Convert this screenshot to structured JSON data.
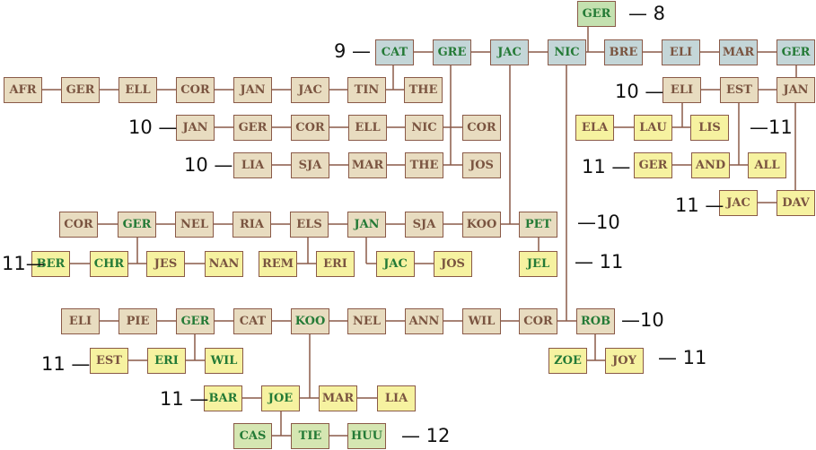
{
  "palette": {
    "beige": "#e8dcc0",
    "blue": "#c4d6d8",
    "yellow": "#f6f2a0",
    "green": "#c4e1b0",
    "lightgreen": "#d5e6b2",
    "text_green": "#247a36",
    "text_brown": "#7a5440",
    "line": "#8a5a48"
  },
  "nodes": [
    {
      "name": "GER",
      "fill": "green",
      "tone": "green"
    },
    {
      "name": "CAT",
      "fill": "blue",
      "tone": "green"
    },
    {
      "name": "GRE",
      "fill": "blue",
      "tone": "green"
    },
    {
      "name": "JAC",
      "fill": "blue",
      "tone": "green"
    },
    {
      "name": "NIC",
      "fill": "blue",
      "tone": "green"
    },
    {
      "name": "BRE",
      "fill": "blue",
      "tone": "brown"
    },
    {
      "name": "ELI",
      "fill": "blue",
      "tone": "brown"
    },
    {
      "name": "MAR",
      "fill": "blue",
      "tone": "brown"
    },
    {
      "name": "GER",
      "fill": "blue",
      "tone": "green"
    },
    {
      "name": "AFR",
      "fill": "beige",
      "tone": "brown"
    },
    {
      "name": "GER",
      "fill": "beige",
      "tone": "brown"
    },
    {
      "name": "ELL",
      "fill": "beige",
      "tone": "brown"
    },
    {
      "name": "COR",
      "fill": "beige",
      "tone": "brown"
    },
    {
      "name": "JAN",
      "fill": "beige",
      "tone": "brown"
    },
    {
      "name": "JAC",
      "fill": "beige",
      "tone": "brown"
    },
    {
      "name": "TIN",
      "fill": "beige",
      "tone": "brown"
    },
    {
      "name": "THE",
      "fill": "beige",
      "tone": "brown"
    },
    {
      "name": "ELI",
      "fill": "beige",
      "tone": "brown"
    },
    {
      "name": "EST",
      "fill": "beige",
      "tone": "brown"
    },
    {
      "name": "JAN",
      "fill": "beige",
      "tone": "brown"
    },
    {
      "name": "JAN",
      "fill": "beige",
      "tone": "brown"
    },
    {
      "name": "GER",
      "fill": "beige",
      "tone": "brown"
    },
    {
      "name": "COR",
      "fill": "beige",
      "tone": "brown"
    },
    {
      "name": "ELL",
      "fill": "beige",
      "tone": "brown"
    },
    {
      "name": "NIC",
      "fill": "beige",
      "tone": "brown"
    },
    {
      "name": "COR",
      "fill": "beige",
      "tone": "brown"
    },
    {
      "name": "ELA",
      "fill": "yellow",
      "tone": "brown"
    },
    {
      "name": "LAU",
      "fill": "yellow",
      "tone": "brown"
    },
    {
      "name": "LIS",
      "fill": "yellow",
      "tone": "brown"
    },
    {
      "name": "LIA",
      "fill": "beige",
      "tone": "brown"
    },
    {
      "name": "SJA",
      "fill": "beige",
      "tone": "brown"
    },
    {
      "name": "MAR",
      "fill": "beige",
      "tone": "brown"
    },
    {
      "name": "THE",
      "fill": "beige",
      "tone": "brown"
    },
    {
      "name": "JOS",
      "fill": "beige",
      "tone": "brown"
    },
    {
      "name": "GER",
      "fill": "yellow",
      "tone": "brown"
    },
    {
      "name": "AND",
      "fill": "yellow",
      "tone": "brown"
    },
    {
      "name": "ALL",
      "fill": "yellow",
      "tone": "brown"
    },
    {
      "name": "JAC",
      "fill": "yellow",
      "tone": "brown"
    },
    {
      "name": "DAV",
      "fill": "yellow",
      "tone": "brown"
    },
    {
      "name": "COR",
      "fill": "beige",
      "tone": "brown"
    },
    {
      "name": "GER",
      "fill": "beige",
      "tone": "green"
    },
    {
      "name": "NEL",
      "fill": "beige",
      "tone": "brown"
    },
    {
      "name": "RIA",
      "fill": "beige",
      "tone": "brown"
    },
    {
      "name": "ELS",
      "fill": "beige",
      "tone": "brown"
    },
    {
      "name": "JAN",
      "fill": "beige",
      "tone": "green"
    },
    {
      "name": "SJA",
      "fill": "beige",
      "tone": "brown"
    },
    {
      "name": "KOO",
      "fill": "beige",
      "tone": "brown"
    },
    {
      "name": "PET",
      "fill": "beige",
      "tone": "green"
    },
    {
      "name": "BER",
      "fill": "yellow",
      "tone": "green"
    },
    {
      "name": "CHR",
      "fill": "yellow",
      "tone": "green"
    },
    {
      "name": "JES",
      "fill": "yellow",
      "tone": "brown"
    },
    {
      "name": "NAN",
      "fill": "yellow",
      "tone": "brown"
    },
    {
      "name": "REM",
      "fill": "yellow",
      "tone": "brown"
    },
    {
      "name": "ERI",
      "fill": "yellow",
      "tone": "brown"
    },
    {
      "name": "JAC",
      "fill": "yellow",
      "tone": "green"
    },
    {
      "name": "JOS",
      "fill": "yellow",
      "tone": "brown"
    },
    {
      "name": "JEL",
      "fill": "yellow",
      "tone": "green"
    },
    {
      "name": "ELI",
      "fill": "beige",
      "tone": "brown"
    },
    {
      "name": "PIE",
      "fill": "beige",
      "tone": "brown"
    },
    {
      "name": "GER",
      "fill": "beige",
      "tone": "green"
    },
    {
      "name": "CAT",
      "fill": "beige",
      "tone": "brown"
    },
    {
      "name": "KOO",
      "fill": "beige",
      "tone": "green"
    },
    {
      "name": "NEL",
      "fill": "beige",
      "tone": "brown"
    },
    {
      "name": "ANN",
      "fill": "beige",
      "tone": "brown"
    },
    {
      "name": "WIL",
      "fill": "beige",
      "tone": "brown"
    },
    {
      "name": "COR",
      "fill": "beige",
      "tone": "brown"
    },
    {
      "name": "ROB",
      "fill": "beige",
      "tone": "green"
    },
    {
      "name": "EST",
      "fill": "yellow",
      "tone": "brown"
    },
    {
      "name": "ERI",
      "fill": "yellow",
      "tone": "green"
    },
    {
      "name": "WIL",
      "fill": "yellow",
      "tone": "green"
    },
    {
      "name": "ZOE",
      "fill": "yellow",
      "tone": "green"
    },
    {
      "name": "JOY",
      "fill": "yellow",
      "tone": "brown"
    },
    {
      "name": "BAR",
      "fill": "yellow",
      "tone": "green"
    },
    {
      "name": "JOE",
      "fill": "yellow",
      "tone": "green"
    },
    {
      "name": "MAR",
      "fill": "yellow",
      "tone": "brown"
    },
    {
      "name": "LIA",
      "fill": "yellow",
      "tone": "brown"
    },
    {
      "name": "CAS",
      "fill": "lightgreen",
      "tone": "green"
    },
    {
      "name": "TIE",
      "fill": "lightgreen",
      "tone": "green"
    },
    {
      "name": "HUU",
      "fill": "lightgreen",
      "tone": "green"
    }
  ],
  "generation_labels": [
    "— 8",
    "9 —",
    "10 —",
    "10 —",
    "10 —",
    "—11",
    "11 —",
    "11 —",
    "—10",
    "— 11",
    "11—",
    "—10",
    "11 —",
    "— 11",
    "11 —",
    "— 12"
  ]
}
